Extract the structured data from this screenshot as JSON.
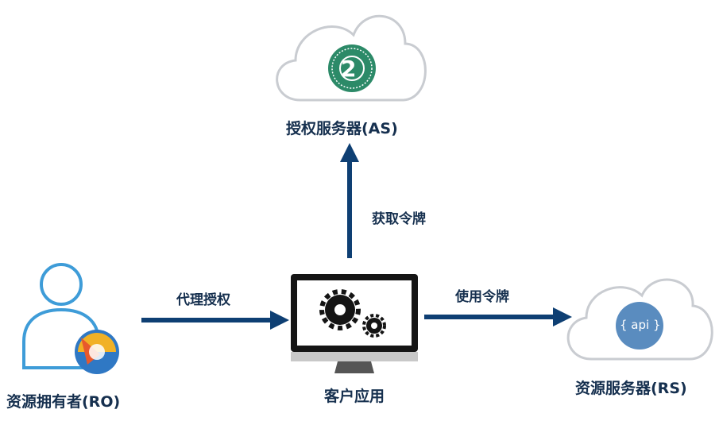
{
  "nodes": {
    "auth_server": {
      "label": "授权服务器(AS)",
      "badge": "2"
    },
    "client_app": {
      "label": "客户应用"
    },
    "resource_owner": {
      "label": "资源拥有者(RO)"
    },
    "resource_server": {
      "label": "资源服务器(RS)",
      "badge": "{ api }"
    }
  },
  "edges": {
    "get_token": {
      "label": "获取令牌"
    },
    "delegate_auth": {
      "label": "代理授权"
    },
    "use_token": {
      "label": "使用令牌"
    }
  },
  "colors": {
    "arrow": "#0e3f73",
    "cloud_stroke": "#c9ccd1",
    "as_badge": "#2c8a68",
    "api_badge": "#5a8cbf",
    "monitor": "#151515",
    "person": "#3e9cd8"
  }
}
